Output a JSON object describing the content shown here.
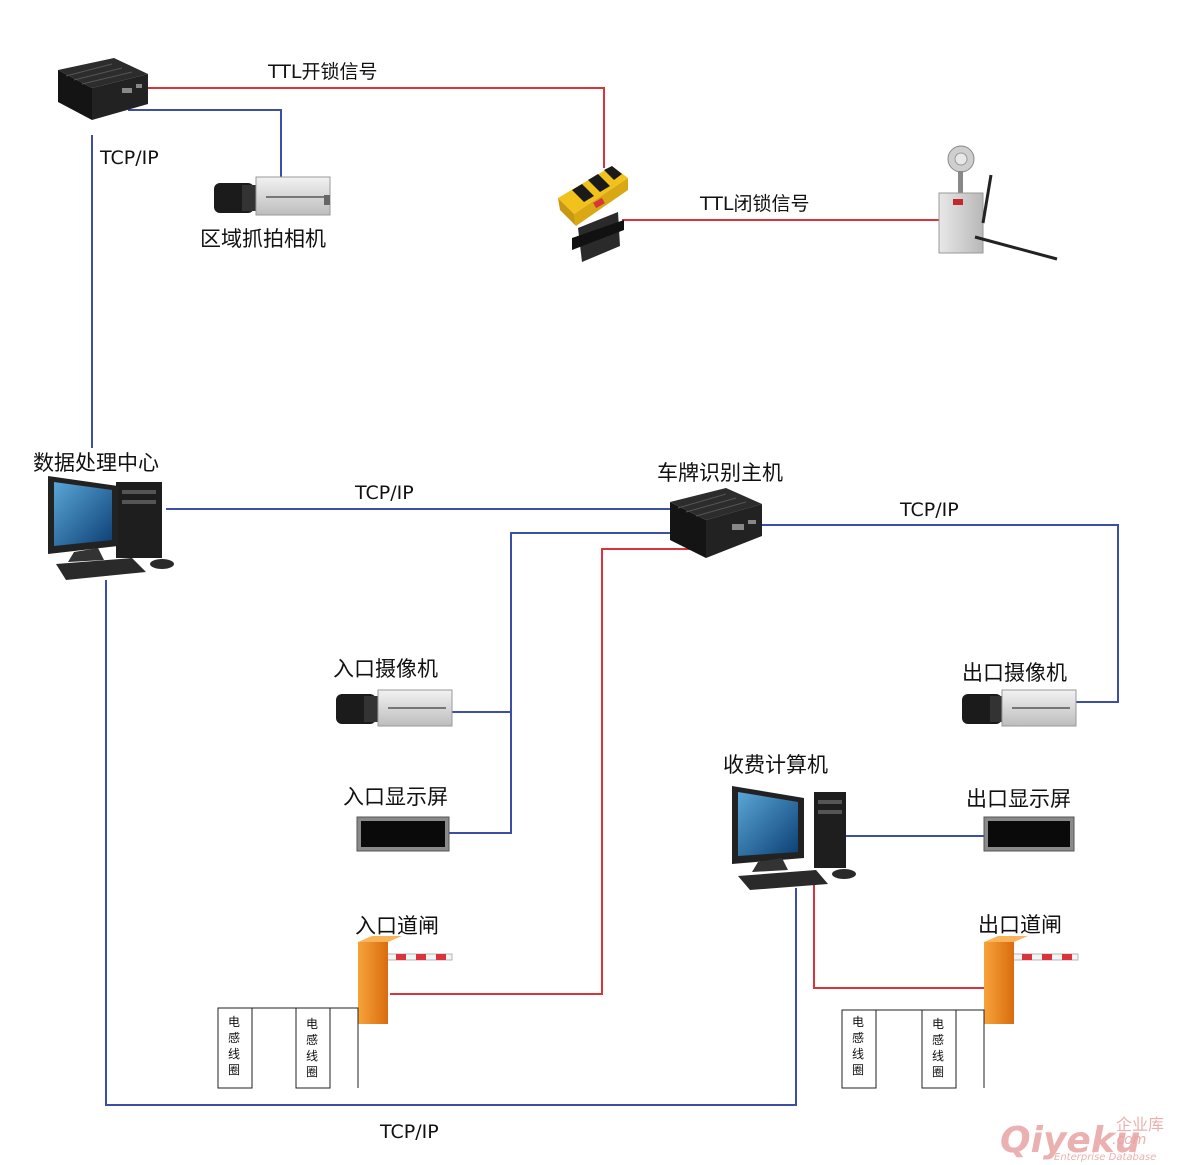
{
  "colors": {
    "ip_link": "#3b4fa5",
    "ttl_link": "#d8343a",
    "barrier": "#f08a1c",
    "bollard": "#f2c21c"
  },
  "labels": {
    "area_camera": "区域抓拍相机",
    "data_center": "数据处理中心",
    "lpr_host": "车牌识别主机",
    "entry_camera": "入口摄像机",
    "exit_camera": "出口摄像机",
    "entry_display": "入口显示屏",
    "exit_display": "出口显示屏",
    "toll_pc": "收费计算机",
    "entry_gate": "入口道闸",
    "exit_gate": "出口道闸"
  },
  "links": {
    "ttl_unlock": "TTL开锁信号",
    "ttl_lock": "TTL闭锁信号",
    "tcpip_top": "TCP/IP",
    "tcpip_mid": "TCP/IP",
    "tcpip_right": "TCP/IP",
    "tcpip_bottom": "TCP/IP"
  },
  "coils": [
    {
      "chars": [
        "电",
        "感",
        "线",
        "圈"
      ]
    },
    {
      "chars": [
        "电",
        "感",
        "线",
        "圈"
      ]
    },
    {
      "chars": [
        "电",
        "感",
        "线",
        "圈"
      ]
    },
    {
      "chars": [
        "电",
        "感",
        "线",
        "圈"
      ]
    }
  ],
  "watermark": {
    "brand": "Qiyeku",
    "suffix": ".com",
    "cn": "企业库",
    "sub": "Enterprise Database"
  },
  "icons": {
    "recorder": "dvr-box-icon",
    "camera": "box-camera-icon",
    "computer": "desktop-pc-icon",
    "display": "led-display-icon",
    "gate": "barrier-gate-icon",
    "bollard": "parking-lock-icon",
    "beacon": "wireless-beacon-icon"
  }
}
